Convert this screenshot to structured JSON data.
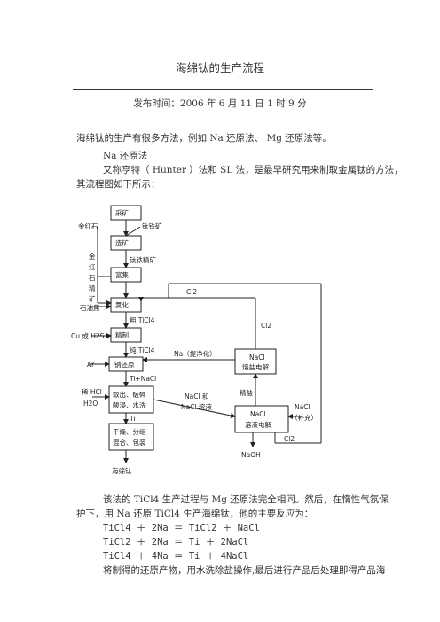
{
  "page": {
    "title": "海绵钛的生产流程",
    "publish_time": "发布时间：2006 年 6 月 11 日 1 时 9 分",
    "intro": "海绵钛的生产有很多方法，例如 Na 还原法、 Mg 还原法等。",
    "section_title": "Na 还原法",
    "section_p1_line1": "又称亨特（ Hunter ）法和 SL 法，是最早研究用来制取金属钛的方法，",
    "section_p1_line2": "其流程图如下所示：",
    "after_p1_line1": "该法的 TiCl4 生产过程与 Mg 还原法完全相同。然后，在惰性气氛保",
    "after_p1_line2": "护下，用 Na 还原 TiCl4 生产海绵钛，他的主要反应为：",
    "reactions": [
      "TiCl4 ＋ 2Na ＝ TiCl2 ＋ NaCl",
      "TiCl2 ＋ 2Na ＝ Ti ＋ 2NaCl",
      "TiCl4 ＋ 4Na ＝ Ti ＋ 4NaCl"
    ],
    "last_line": "将制得的还原产物，用水洗除盐操作,最后进行产品后处理即得产品海"
  },
  "flowchart": {
    "boxes": {
      "mining": "采矿",
      "dressing": "选矿",
      "enrich": "富集",
      "chlorination": "氯化",
      "refining": "精制",
      "na_reduction": "钠还原",
      "leach_line1": "取出、破碎",
      "leach_line2": "酸浸、水洗",
      "final_line1": "干燥、分组",
      "final_line2": "混合、包装",
      "fused_line1": "NaCl",
      "fused_line2": "熔盐电解",
      "aq_line1": "NaCl",
      "aq_line2": "溶液电解"
    },
    "labels": {
      "rutile": "金红石",
      "ilmenite": "钛铁矿",
      "rutile_vertical": [
        "金",
        "红",
        "石",
        "精",
        "矿"
      ],
      "ti_iron_concentrate": "钛铁精矿",
      "petroleum_coke": "石油焦",
      "cl2_top": "Cl2",
      "crude_ticl4": "粗 TiCl4",
      "cu_h2s": "Cu 或 H2S",
      "pure_ticl4": "纯 TiCl4",
      "na_purified": "Na（提净化）",
      "ar": "Ar",
      "cl2_mid": "Cl2",
      "ti_nacl": "Ti+NaCl",
      "dilute_hcl": "稀 HCl",
      "h2o": "H2O",
      "ti": "Ti",
      "nacl_line1": "NaCl 和",
      "nacl_line2": "NaCl 溶液",
      "refined_salt": "精盐",
      "supplement_line1": "NaCl",
      "supplement_line2": "（补充）",
      "naoh": "NaOH",
      "cl2_bottom": "Cl2",
      "product": "海绵钛"
    }
  }
}
